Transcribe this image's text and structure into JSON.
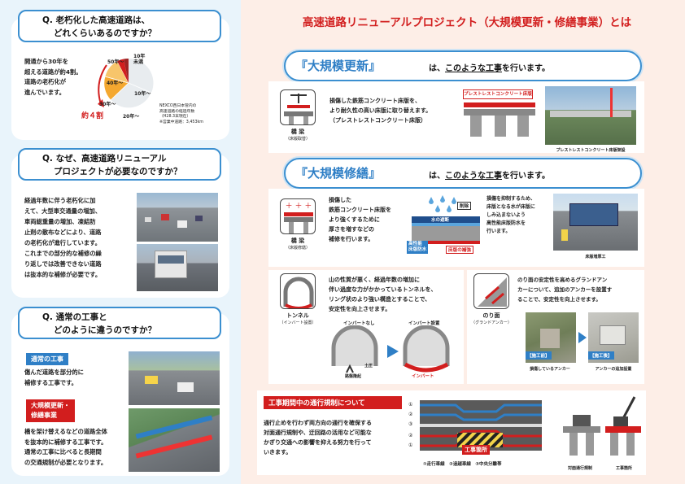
{
  "q1": {
    "title_line1": "Q. 老朽化した高速道路は、",
    "title_line2": "どれくらいあるのですか？",
    "text": "開通から30年を\n超える道路が約4割。\n道路の老朽化が\n進んでいます。",
    "callout": "約４割",
    "pie_labels": {
      "s50": "50年～",
      "s10u": "10年\n未満",
      "s40": "40年～",
      "s30": "30年～",
      "s20": "20年～",
      "s10": "10年～"
    },
    "note": "NEXCO西日本管内の\n高速道路の経過年数\n（H28.3末現在）\n※営業中道路：3,453km"
  },
  "q2": {
    "title_line1": "Q. なぜ、高速道路リニューアル",
    "title_line2": "プロジェクトが必要なのですか？",
    "text": "経過年数に伴う老朽化に加\nえて、大型車交通量の増加、\n車両総重量の増加、凍結防\n止剤の散布などにより、道路\nの老朽化が進行しています。\nこれまでの部分的な補修の繰\nり返しでは改善できない道路\nは抜本的な補修が必要です。"
  },
  "q3": {
    "title_line1": "Q. 通常の工事と",
    "title_line2": "どのように違うのですか？",
    "tag1": "通常の工事",
    "text1": "傷んだ道路を部分的に\n補修する工事です。",
    "tag2_line1": "大規模更新・",
    "tag2_line2": "修繕事業",
    "text2": "橋を架け替えるなどの道路全体\nを抜本的に補修する工事です。\n通常の工事に比べると長期間\nの交通規制が必要となります。"
  },
  "header": {
    "title": "高速道路リニューアルプロジェクト（大規模更新・修繕事業）とは"
  },
  "koushin": {
    "big": "『大規模更新』",
    "rest_pre": "は、",
    "rest_u": "このような工事",
    "rest_post": "を行います。",
    "icon_label": "橋 梁",
    "icon_sub": "（床版取替）",
    "text": "損傷した鉄筋コンクリート床版を、\nより耐久性の高い床版に取り替えます。\n（プレストレストコンクリート床版）",
    "red_label": "プレストレストコンクリート床版",
    "photo_cap": "プレストレストコンクリート床版架設"
  },
  "shuzen": {
    "big": "『大規模修繕』",
    "rest_pre": "は、",
    "rest_u": "このような工事",
    "rest_post": "を行います。",
    "icon_label": "橋 梁",
    "icon_sub": "（床版修繕）",
    "text": "損傷した\n鉄筋コンクリート床版を\nより強くするために\n厚さを増すなどの\n補修を行います。",
    "lbl_sakujo": "削除",
    "lbl_water": "水の遮断",
    "lbl_bousui": "高性能\n床版防水",
    "lbl_hokyo": "床版の補強",
    "text2": "損傷を抑制するため、\n床版となる水が床版に\nしみ込まないよう\n高性能床版防水を\n行います。",
    "photo_cap": "床版増厚工"
  },
  "tunnel": {
    "text": "山の性質が悪く、経過年数の増加に\n伴い過度な力がかかっているトンネルを、\nリング状のより強い構造とすることで、\n安定性を向上させます。",
    "icon_label": "トンネル",
    "icon_sub": "（インバート設置）",
    "lbl_nashi": "インバートなし",
    "lbl_ari": "インバート設置",
    "lbl_dosha": "土圧",
    "lbl_botsu": "路盤隆起",
    "lbl_invert": "インバート"
  },
  "norimen": {
    "text": "のり面の安定性を高めるグランドアン\nカーについて、追加のアンカーを設置す\nることで、安定性を向上させます。",
    "icon_label": "のり面",
    "icon_sub": "（グランドアンカー）",
    "tag_before": "【施工前】",
    "tag_after": "【施工後】",
    "cap_before": "損傷しているアンカー",
    "cap_after": "アンカーの追加設置"
  },
  "kisei": {
    "title": "工事期間中の通行規制について",
    "text": "通行止めを行わず両方向の通行を確保する\n対面通行規制や、迂回路の活用など可能な\nかぎり交通への影響を抑える努力を行って\nいきます。",
    "site_label": "工事箇所",
    "legend": "①走行車線　②追越車線　③中央分離帯",
    "cap_left": "対面通行規制",
    "cap_right": "工事箇所",
    "nums": [
      "①",
      "②",
      "③",
      "②",
      "①"
    ]
  },
  "colors": {
    "blue": "#2f7fc6",
    "red": "#d21e1e",
    "leftbg": "#e9f4fb",
    "rightbg": "#fdeee7"
  }
}
